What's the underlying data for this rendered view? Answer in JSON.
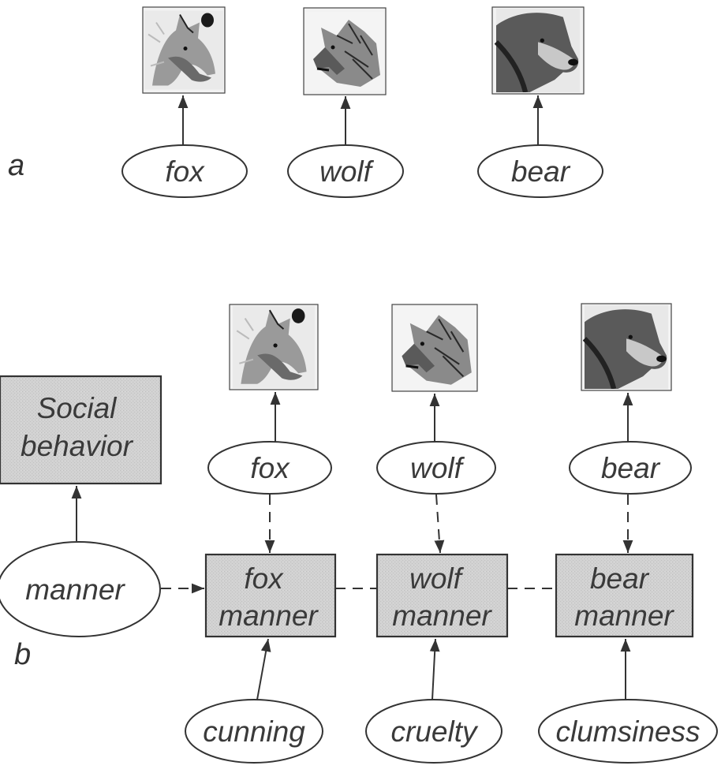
{
  "panels": {
    "a": "a",
    "b": "b"
  },
  "panel_a": {
    "nodes": [
      "fox",
      "wolf",
      "bear"
    ],
    "images": [
      "fox-photo",
      "wolf-photo",
      "bear-photo"
    ]
  },
  "panel_b": {
    "social_behavior": "Social behavior",
    "social_behavior_line1": "Social",
    "social_behavior_line2": "behavior",
    "manner": "manner",
    "animals": [
      "fox",
      "wolf",
      "bear"
    ],
    "manner_boxes": [
      {
        "line1": "fox",
        "line2": "manner"
      },
      {
        "line1": "wolf",
        "line2": "manner"
      },
      {
        "line1": "bear",
        "line2": "manner"
      }
    ],
    "traits": [
      "cunning",
      "cruelty",
      "clumsiness"
    ],
    "images": [
      "fox-photo",
      "wolf-photo",
      "bear-photo"
    ]
  },
  "colors": {
    "box_fill": "#d0d0d0",
    "stroke": "#333333",
    "text": "#3a3a3a"
  }
}
